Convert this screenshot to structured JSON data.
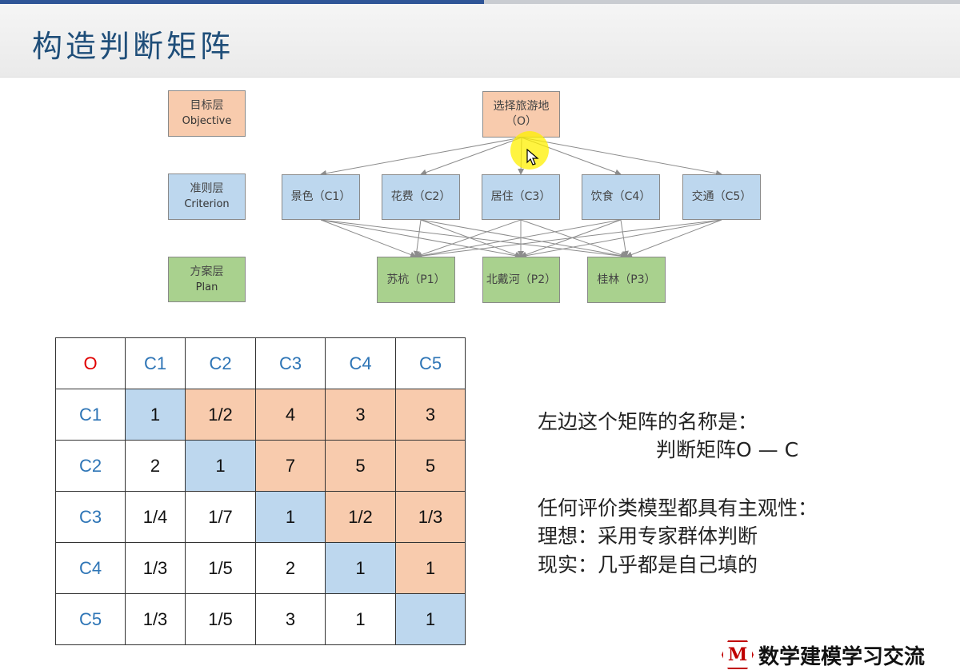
{
  "title": "构造判断矩阵",
  "layers": {
    "objective": {
      "cn": "目标层",
      "en": "Objective"
    },
    "criterion": {
      "cn": "准则层",
      "en": "Criterion"
    },
    "plan": {
      "cn": "方案层",
      "en": "Plan"
    }
  },
  "goal": {
    "line1": "选择旅游地",
    "line2": "（O）"
  },
  "criteria": [
    "景色（C1）",
    "花费（C2）",
    "居住（C3）",
    "饮食（C4）",
    "交通（C5）"
  ],
  "plans": [
    "苏杭（P1）",
    "北戴河（P2）",
    "桂林（P3）"
  ],
  "matrix": {
    "corner": "O",
    "headers": [
      "C1",
      "C2",
      "C3",
      "C4",
      "C5"
    ],
    "rows": [
      {
        "label": "C1",
        "cells": [
          "1",
          "1/2",
          "4",
          "3",
          "3"
        ]
      },
      {
        "label": "C2",
        "cells": [
          "2",
          "1",
          "7",
          "5",
          "5"
        ]
      },
      {
        "label": "C3",
        "cells": [
          "1/4",
          "1/7",
          "1",
          "1/2",
          "1/3"
        ]
      },
      {
        "label": "C4",
        "cells": [
          "1/3",
          "1/5",
          "2",
          "1",
          "1"
        ]
      },
      {
        "label": "C5",
        "cells": [
          "1/3",
          "1/5",
          "3",
          "1",
          "1"
        ]
      }
    ]
  },
  "notes": {
    "line1": "左边这个矩阵的名称是：",
    "line2": "判断矩阵O — C",
    "line3": "任何评价类模型都具有主观性：",
    "line4": "理想：采用专家群体判断",
    "line5": "现实：几乎都是自己填的"
  },
  "logo": {
    "mark": "M",
    "text": "数学建模学习交流"
  },
  "colors": {
    "title": "#1f4e79",
    "header_label": "#2e75b6",
    "corner_label": "#e00000",
    "diagonal_fill": "#bdd7ee",
    "upper_fill": "#f8cbad",
    "plan_fill": "#a9d18e"
  }
}
